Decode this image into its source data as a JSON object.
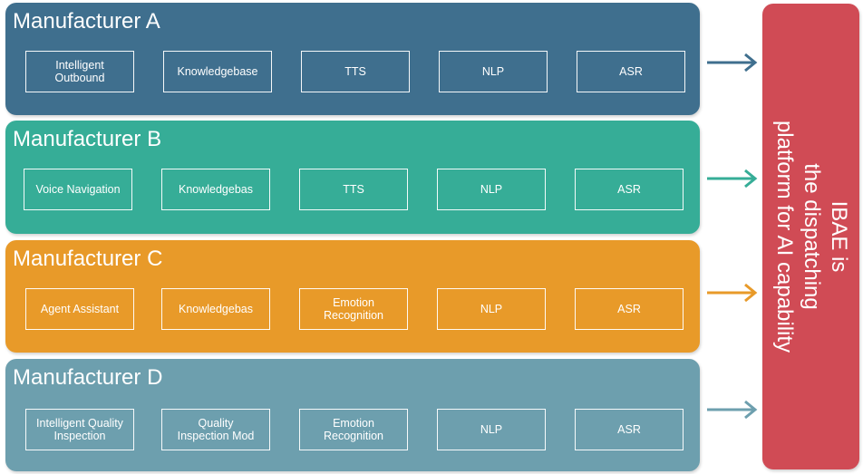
{
  "colors": {
    "panel_a": "#3f6f8e",
    "panel_b": "#36ad97",
    "panel_c": "#e89a29",
    "panel_d": "#6d9fae",
    "dispatch": "#d04b55"
  },
  "panels": [
    {
      "title": "Manufacturer A",
      "items": [
        "Intelligent\nOutbound",
        "Knowledgebase",
        "TTS",
        "NLP",
        "ASR"
      ]
    },
    {
      "title": "Manufacturer B",
      "items": [
        "Voice Navigation",
        "Knowledgebas",
        "TTS",
        "NLP",
        "ASR"
      ]
    },
    {
      "title": "Manufacturer C",
      "items": [
        "Agent Assistant",
        "Knowledgebas",
        "Emotion\nRecognition",
        "NLP",
        "ASR"
      ]
    },
    {
      "title": "Manufacturer D",
      "items": [
        "Intelligent Quality\nInspection",
        "Quality\nInspection Mod",
        "Emotion\nRecognition",
        "NLP",
        "ASR"
      ]
    }
  ],
  "dispatch": {
    "line1": "IBAE is",
    "line2": "the dispatching",
    "line3": "platform for AI capability"
  }
}
